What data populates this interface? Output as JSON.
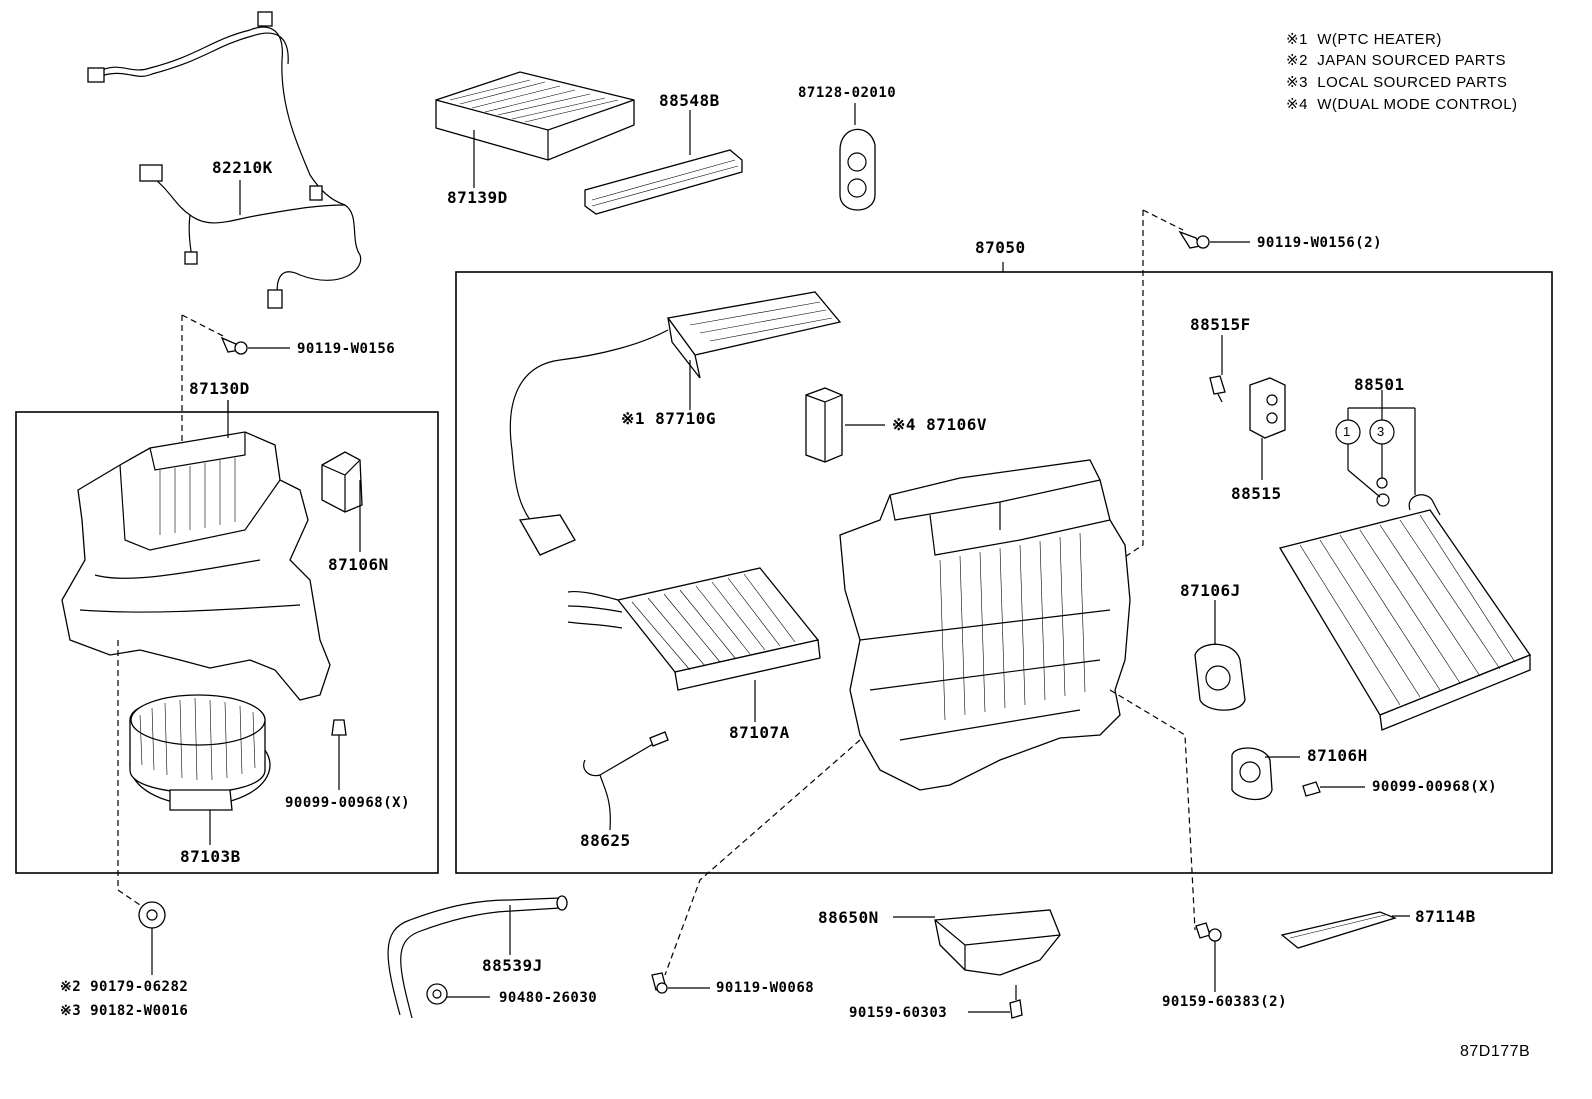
{
  "notes": [
    {
      "mark": "※1",
      "text": "W(PTC HEATER)"
    },
    {
      "mark": "※2",
      "text": "JAPAN SOURCED PARTS"
    },
    {
      "mark": "※3",
      "text": "LOCAL SOURCED PARTS"
    },
    {
      "mark": "※4",
      "text": "W(DUAL MODE CONTROL)"
    }
  ],
  "diagram_code": "87D177B",
  "parts": {
    "p82210K": "82210K",
    "p87139D": "87139D",
    "p88548B": "88548B",
    "p87128": "87128-02010",
    "p87050": "87050",
    "p90119_W0156_2_top": "90119-W0156(2)",
    "p90119_W0156": "90119-W0156",
    "p87130D": "87130D",
    "p87106N": "87106N",
    "p90099_left": "90099-00968(X)",
    "p87103B": "87103B",
    "p87710G": "※1 87710G",
    "p87106V": "※4 87106V",
    "p88515F": "88515F",
    "p88515": "88515",
    "p88501": "88501",
    "p87106J": "87106J",
    "p87107A": "87107A",
    "p88625": "88625",
    "p87106H": "87106H",
    "p90099_right": "90099-00968(X)",
    "p90179": "※2 90179-06282",
    "p90182": "※3 90182-W0016",
    "p88539J": "88539J",
    "p90480": "90480-26030",
    "p90119_W0068": "90119-W0068",
    "p88650N": "88650N",
    "p90159_60303": "90159-60303",
    "p90159_60383": "90159-60383(2)",
    "p87114B": "87114B",
    "circle1": "1",
    "circle3": "3"
  }
}
